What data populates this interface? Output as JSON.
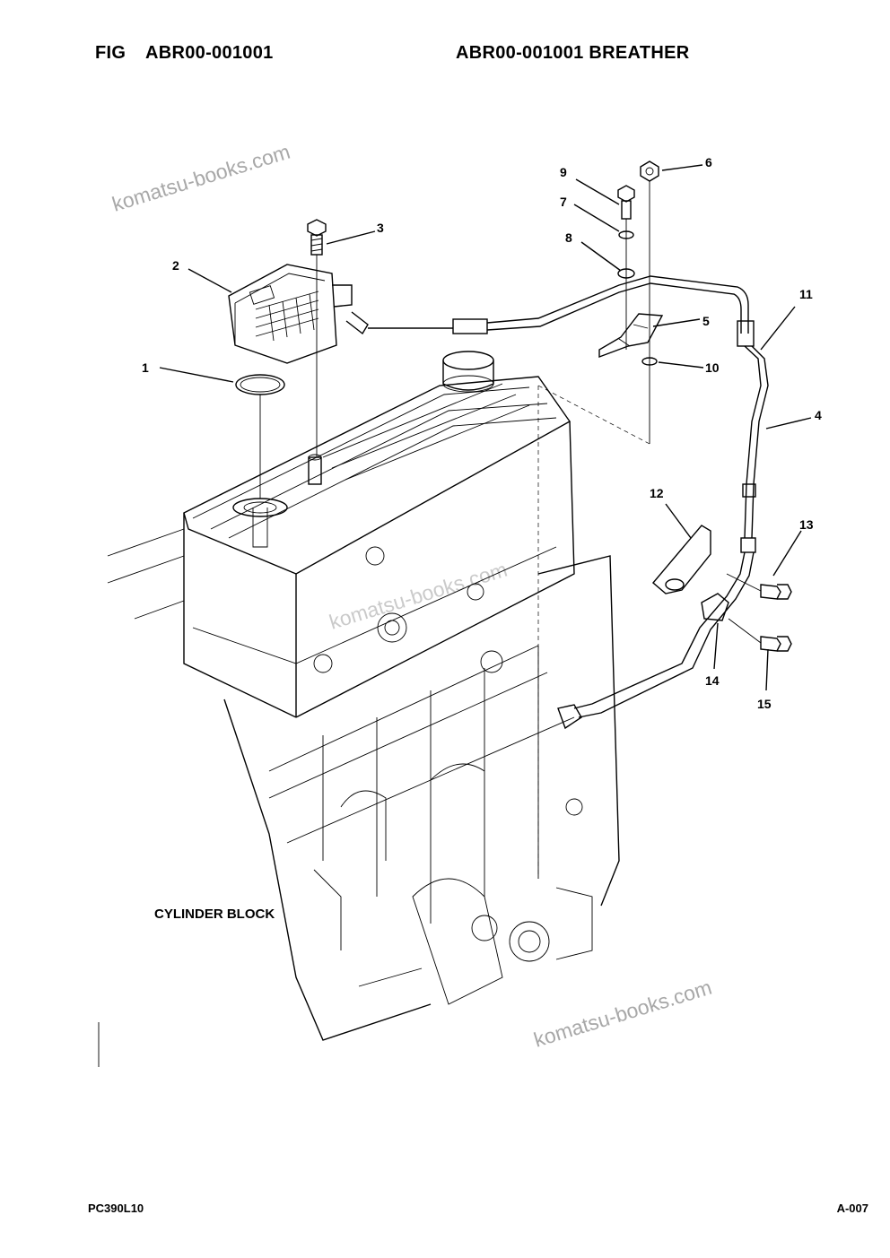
{
  "header": {
    "fig_label": "FIG",
    "fig_code": "ABR00-001001",
    "fig_title": "ABR00-001001 BREATHER"
  },
  "footer": {
    "model": "PC390L10",
    "page": "A-007"
  },
  "diagram": {
    "block_label": "CYLINDER BLOCK",
    "callouts": [
      "1",
      "2",
      "3",
      "4",
      "5",
      "6",
      "7",
      "8",
      "9",
      "10",
      "11",
      "12",
      "13",
      "14",
      "15"
    ],
    "watermark": "komatsu-books.com"
  },
  "colors": {
    "line": "#000000",
    "watermark": "#a8a8a8",
    "background": "#ffffff"
  }
}
